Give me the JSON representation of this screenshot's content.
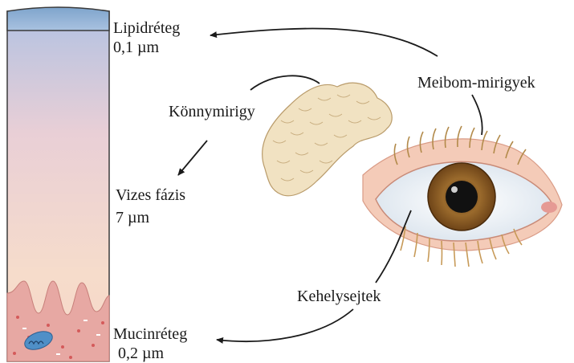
{
  "labels": {
    "lipid_title": "Lipidréteg",
    "lipid_value": "0,1 µm",
    "aqueous_title": "Vizes fázis",
    "aqueous_value": "7 µm",
    "mucin_title": "Mucinréteg",
    "mucin_value": "0,2 µm",
    "lacrimal_gland": "Könnymirigy",
    "meibomian_glands": "Meibom-mirigyek",
    "goblet_cells": "Kehelysejtek"
  },
  "colors": {
    "lipid_layer": "#8fb3d6",
    "aqueous_top": "#b9c4e0",
    "aqueous_bottom": "#f3d8c8",
    "mucin_tissue": "#e6a7a2",
    "gland": "#f2e4c4",
    "iris": "#8a5a22",
    "eyelid_skin": "#f3c9b6"
  },
  "icons": [
    "tear-film-column",
    "lacrimal-gland-illustration",
    "eye-illustration"
  ]
}
